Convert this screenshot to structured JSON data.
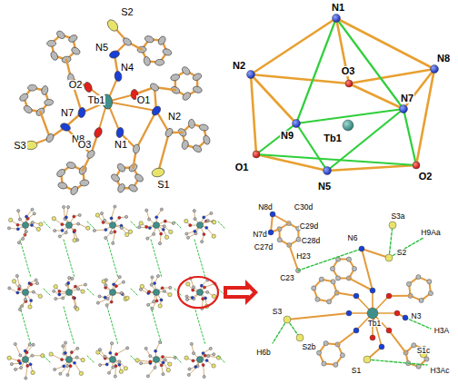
{
  "diagram": {
    "labels": [
      "S2",
      "N5",
      "O2",
      "N4",
      "N7",
      "Tb1",
      "O1",
      "N8",
      "N2",
      "S3",
      "O3",
      "N1",
      "S1",
      "N1",
      "N2",
      "O3",
      "N8",
      "N7",
      "Tb1",
      "N9",
      "O1",
      "N5",
      "O2",
      "N8d",
      "C30d",
      "N7d",
      "C29d",
      "C27d",
      "C28d",
      "H23",
      "C23",
      "S3a",
      "H9Aa",
      "N6",
      "S2",
      "Tb1",
      "N3",
      "H3A",
      "S3",
      "H6b",
      "S2b",
      "S1",
      "S1c",
      "H3Ac"
    ]
  }
}
